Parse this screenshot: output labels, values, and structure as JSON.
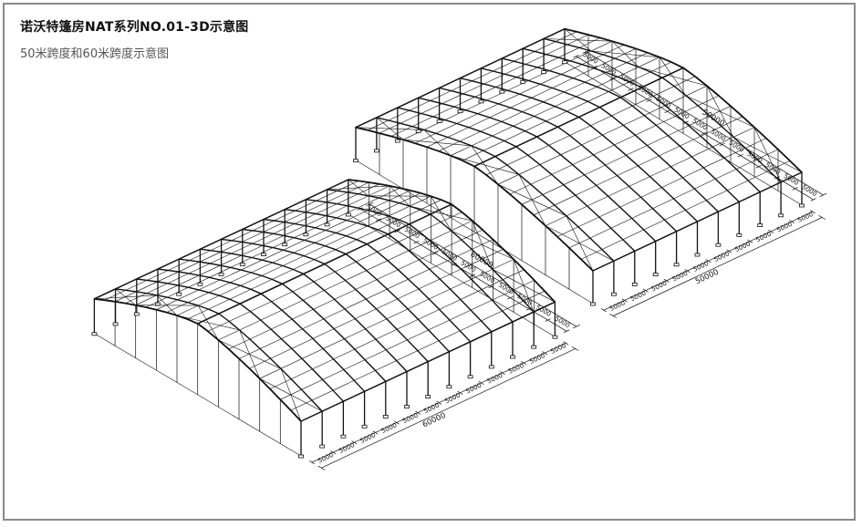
{
  "header": {
    "title": "诺沃特篷房NAT系列NO.01-3D示意图",
    "subtitle": "50米跨度和60米跨度示意图"
  },
  "tents": [
    {
      "id": "left",
      "span_label": "60000",
      "bay_label": "5000",
      "length_label": "60000",
      "bays": 12
    },
    {
      "id": "right",
      "span_label": "50000",
      "bay_label": "5000",
      "length_label": "50000",
      "bays": 10
    }
  ],
  "colors": {
    "line": "#111111",
    "frame": "#8a8a8a",
    "background": "#ffffff"
  }
}
